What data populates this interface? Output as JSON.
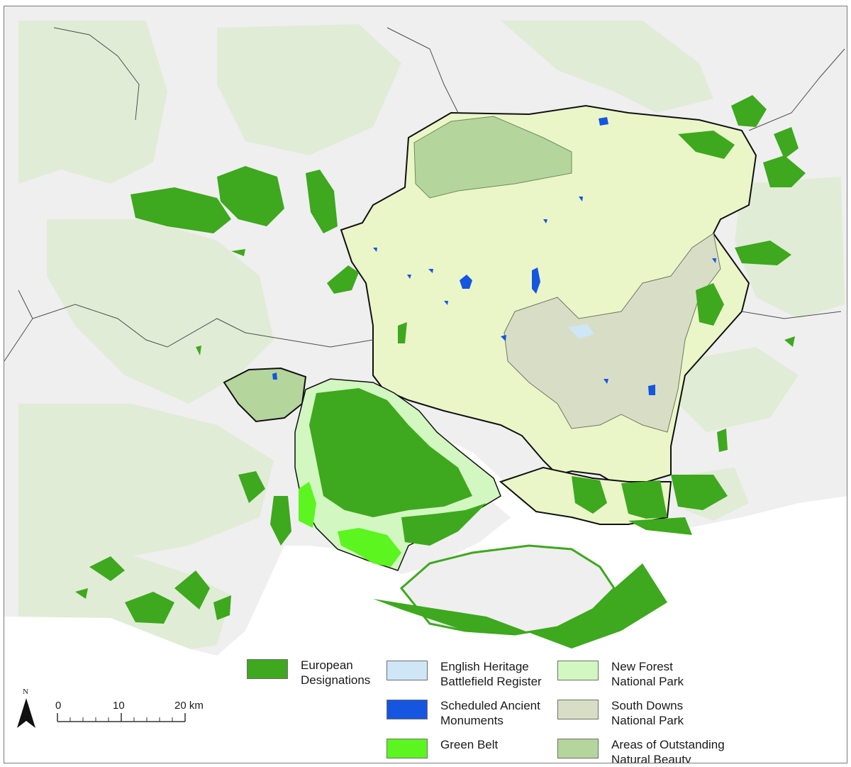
{
  "legend": {
    "items": [
      {
        "label": "European Designations",
        "line1": "European",
        "line2": "Designations",
        "color": "#3ea81e"
      },
      {
        "label": "English Heritage Battlefield Register",
        "line1": "English Heritage",
        "line2": "Battlefield Register",
        "color": "#cfe6f7"
      },
      {
        "label": "Scheduled Ancient Monuments",
        "line1": "Scheduled Ancient",
        "line2": "Monuments",
        "color": "#1655e0"
      },
      {
        "label": "Green Belt",
        "line1": "Green Belt",
        "line2": "",
        "color": "#5cf51f"
      },
      {
        "label": "New Forest National Park",
        "line1": "New Forest",
        "line2": "National Park",
        "color": "#d2f7c0"
      },
      {
        "label": "South Downs National Park",
        "line1": "South Downs",
        "line2": "National Park",
        "color": "#d8dec6"
      },
      {
        "label": "Areas of Outstanding Natural Beauty",
        "line1": "Areas of Outstanding",
        "line2": "Natural Beauty",
        "color": "#b4d59c"
      }
    ]
  },
  "scale_bar": {
    "ticks": [
      "0",
      "10",
      "20 km"
    ]
  },
  "north_arrow": {
    "label": "N"
  },
  "colors": {
    "background_land": "#efefef",
    "sea": "#ffffff",
    "hampshire_fill": "#eaf6c8",
    "boundary": "#111111",
    "surrounding_aonb": "#e1ecd6"
  }
}
